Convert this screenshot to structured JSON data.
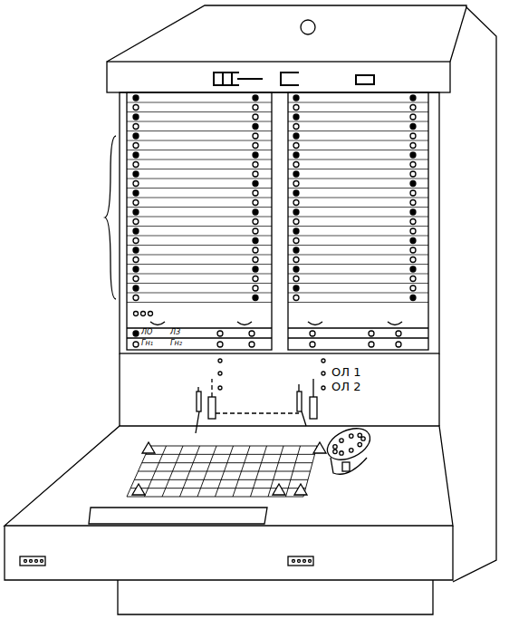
{
  "diagram": {
    "labels": [
      "ЛО",
      "ЛЗ",
      "Гн₁",
      "Гн₂",
      "ОЛ 1",
      "ОЛ 2"
    ]
  }
}
